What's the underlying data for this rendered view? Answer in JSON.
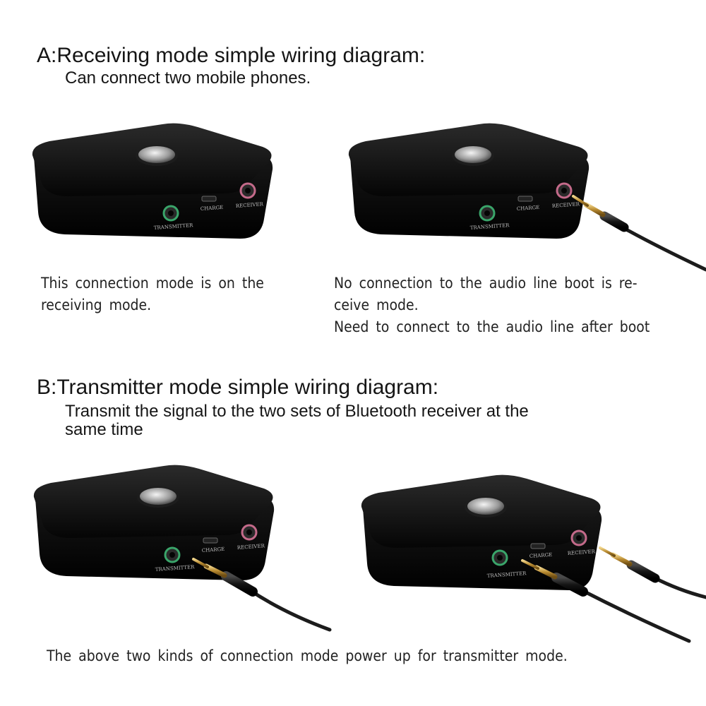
{
  "section_a": {
    "title": "A:Receiving mode simple wiring diagram:",
    "subtitle": "Can connect two mobile phones."
  },
  "device_labels": {
    "transmitter": "TRANSMITTER",
    "charge": "CHARGE",
    "receiver": "RECEIVER"
  },
  "notes": {
    "a_left_line1": "This connection mode is on the",
    "a_left_line2": "receiving mode.",
    "a_right_line1": "No connection to the audio line boot is re-",
    "a_right_line2": "ceive mode.",
    "a_right_line3": "Need to connect to the audio line after boot",
    "b_bottom": "The above two kinds of connection mode power up for transmitter mode."
  },
  "section_b": {
    "title": "B:Transmitter mode simple wiring diagram:",
    "subtitle_line1": "Transmit the signal to the two sets of Bluetooth receiver at the",
    "subtitle_line2": "same time"
  },
  "colors": {
    "device_body": "#0b0b0b",
    "transmitter_port_ring": "#3aa56a",
    "receiver_port_ring": "#c46a8a",
    "cable": "#1c1c1c",
    "plug_tip": "#c9a24a"
  },
  "icons": {
    "device": "bluetooth-transceiver-icon",
    "plug": "audio-jack-plug-icon"
  }
}
